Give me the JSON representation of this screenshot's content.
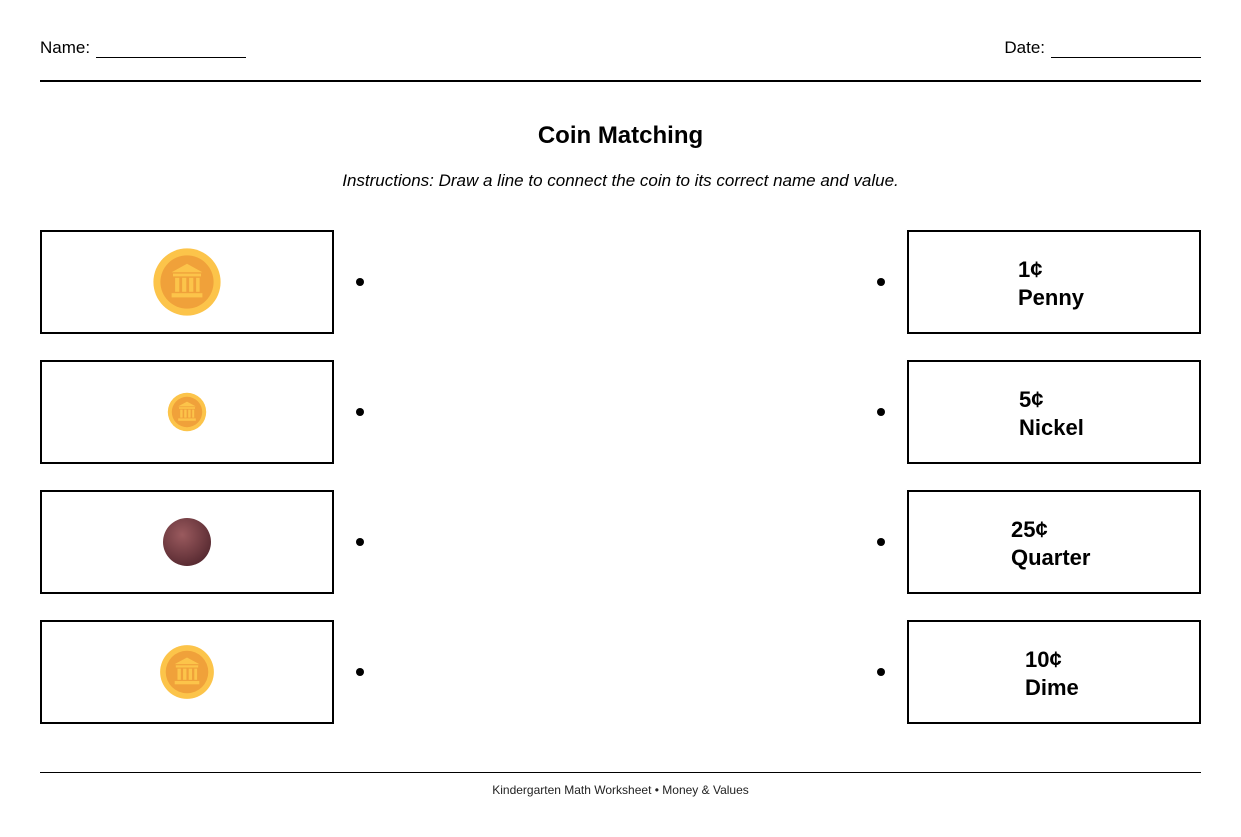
{
  "header": {
    "name_label": "Name:",
    "date_label": "Date:"
  },
  "title": "Coin Matching",
  "instructions": "Instructions: Draw a line to connect the coin to its correct name and value.",
  "left_items": [
    {
      "coin_icon": "gold-bank-coin-icon",
      "size": 70,
      "color": "#f5b642"
    },
    {
      "coin_icon": "gold-bank-coin-icon",
      "size": 40,
      "color": "#f5b642"
    },
    {
      "coin_icon": "copper-plain-coin-icon",
      "size": 50,
      "color": "#7a3f45"
    },
    {
      "coin_icon": "gold-bank-coin-icon",
      "size": 56,
      "color": "#f5b642"
    }
  ],
  "right_items": [
    {
      "value": "1¢",
      "name": "Penny"
    },
    {
      "value": "5¢",
      "name": "Nickel"
    },
    {
      "value": "25¢",
      "name": "Quarter"
    },
    {
      "value": "10¢",
      "name": "Dime"
    }
  ],
  "footer": "Kindergarten Math Worksheet • Money & Values"
}
